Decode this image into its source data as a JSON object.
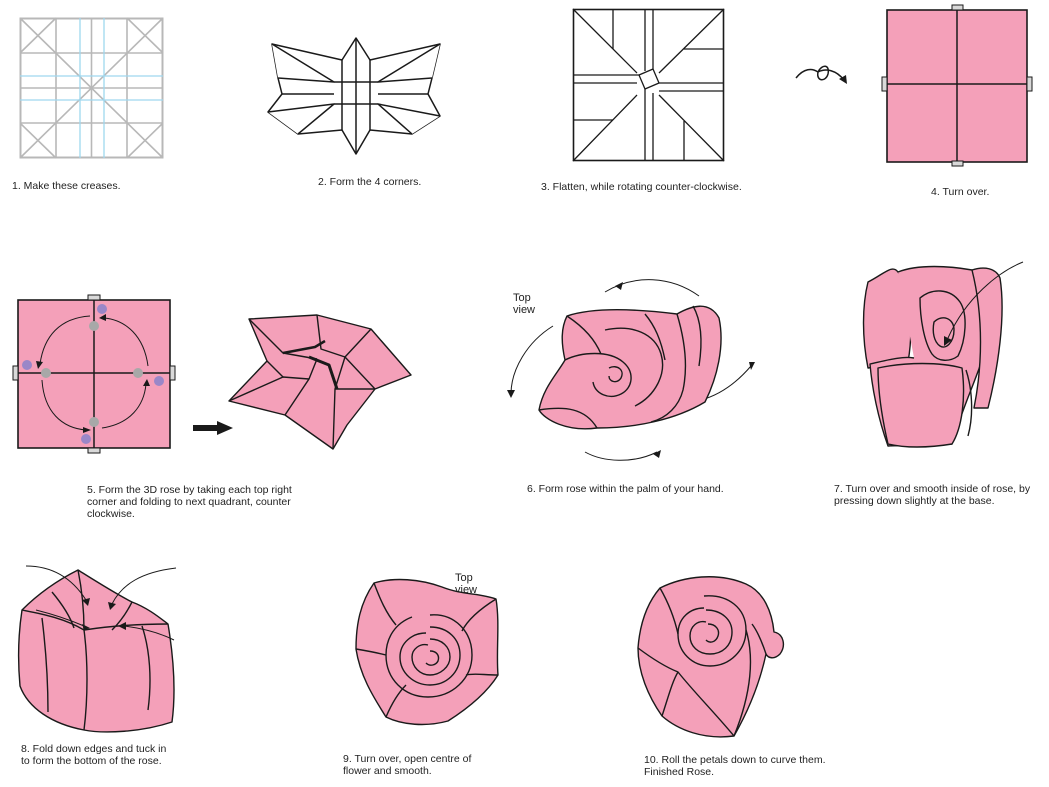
{
  "colors": {
    "paper": "#f4a0b9",
    "line": "#1a1a1a",
    "crease_gray": "#b8b8b8",
    "crease_blue": "#9fd8ef",
    "dot_gray": "#a8a8a8",
    "dot_purple": "#9a87c8"
  },
  "steps": [
    {
      "caption_lines": [
        "1. Make these creases."
      ]
    },
    {
      "caption_lines": [
        "2. Form the 4 corners."
      ]
    },
    {
      "caption_lines": [
        "3. Flatten, while rotating counter-clockwise."
      ]
    },
    {
      "caption_lines": [
        "4. Turn over."
      ]
    },
    {
      "caption_lines": [
        "5. Form the 3D rose by taking each top right",
        "corner and folding to next quadrant, counter",
        "clockwise."
      ]
    },
    {
      "caption_lines": [
        "6. Form rose within the palm of your hand."
      ],
      "view_label": "Top view"
    },
    {
      "caption_lines": [
        "7. Turn over and smooth inside of rose, by",
        "pressing down slightly at the base."
      ]
    },
    {
      "caption_lines": [
        "8. Fold down edges and tuck in",
        "to form the bottom of the rose."
      ]
    },
    {
      "caption_lines": [
        "9. Turn over, open centre of",
        "flower and smooth."
      ],
      "view_label": "Top view"
    },
    {
      "caption_lines": [
        "10. Roll the petals down to curve them.",
        "Finished Rose."
      ]
    }
  ]
}
